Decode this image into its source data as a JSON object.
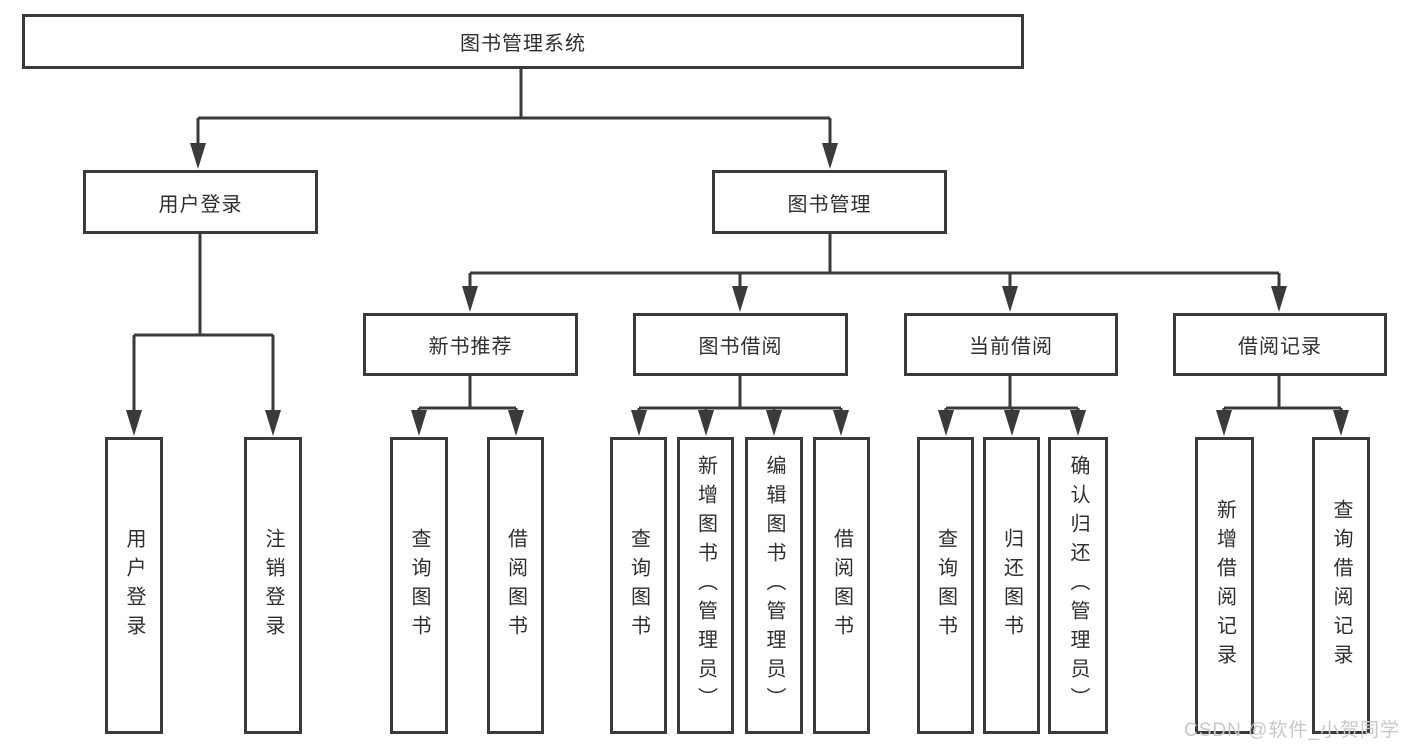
{
  "diagram_type": "hierarchy",
  "watermark": "CSDN @软件_小贺同学",
  "nodes": {
    "root": {
      "label": "图书管理系统"
    },
    "level2": [
      {
        "label": "用户登录",
        "parent": "图书管理系统"
      },
      {
        "label": "图书管理",
        "parent": "图书管理系统"
      }
    ],
    "level3": [
      {
        "label": "新书推荐",
        "parent": "图书管理"
      },
      {
        "label": "图书借阅",
        "parent": "图书管理"
      },
      {
        "label": "当前借阅",
        "parent": "图书管理"
      },
      {
        "label": "借阅记录",
        "parent": "图书管理"
      }
    ],
    "leaves": [
      {
        "label": "用户登录",
        "parent": "用户登录"
      },
      {
        "label": "注销登录",
        "parent": "用户登录"
      },
      {
        "label": "查询图书",
        "parent": "新书推荐"
      },
      {
        "label": "借阅图书",
        "parent": "新书推荐"
      },
      {
        "label": "查询图书",
        "parent": "图书借阅"
      },
      {
        "label": "新增图书（管理员）",
        "parent": "图书借阅"
      },
      {
        "label": "编辑图书（管理员）",
        "parent": "图书借阅"
      },
      {
        "label": "借阅图书",
        "parent": "图书借阅"
      },
      {
        "label": "查询图书",
        "parent": "当前借阅"
      },
      {
        "label": "归还图书",
        "parent": "当前借阅"
      },
      {
        "label": "确认归还（管理员）",
        "parent": "当前借阅"
      },
      {
        "label": "新增借阅记录",
        "parent": "借阅记录"
      },
      {
        "label": "查询借阅记录",
        "parent": "借阅记录"
      }
    ]
  }
}
